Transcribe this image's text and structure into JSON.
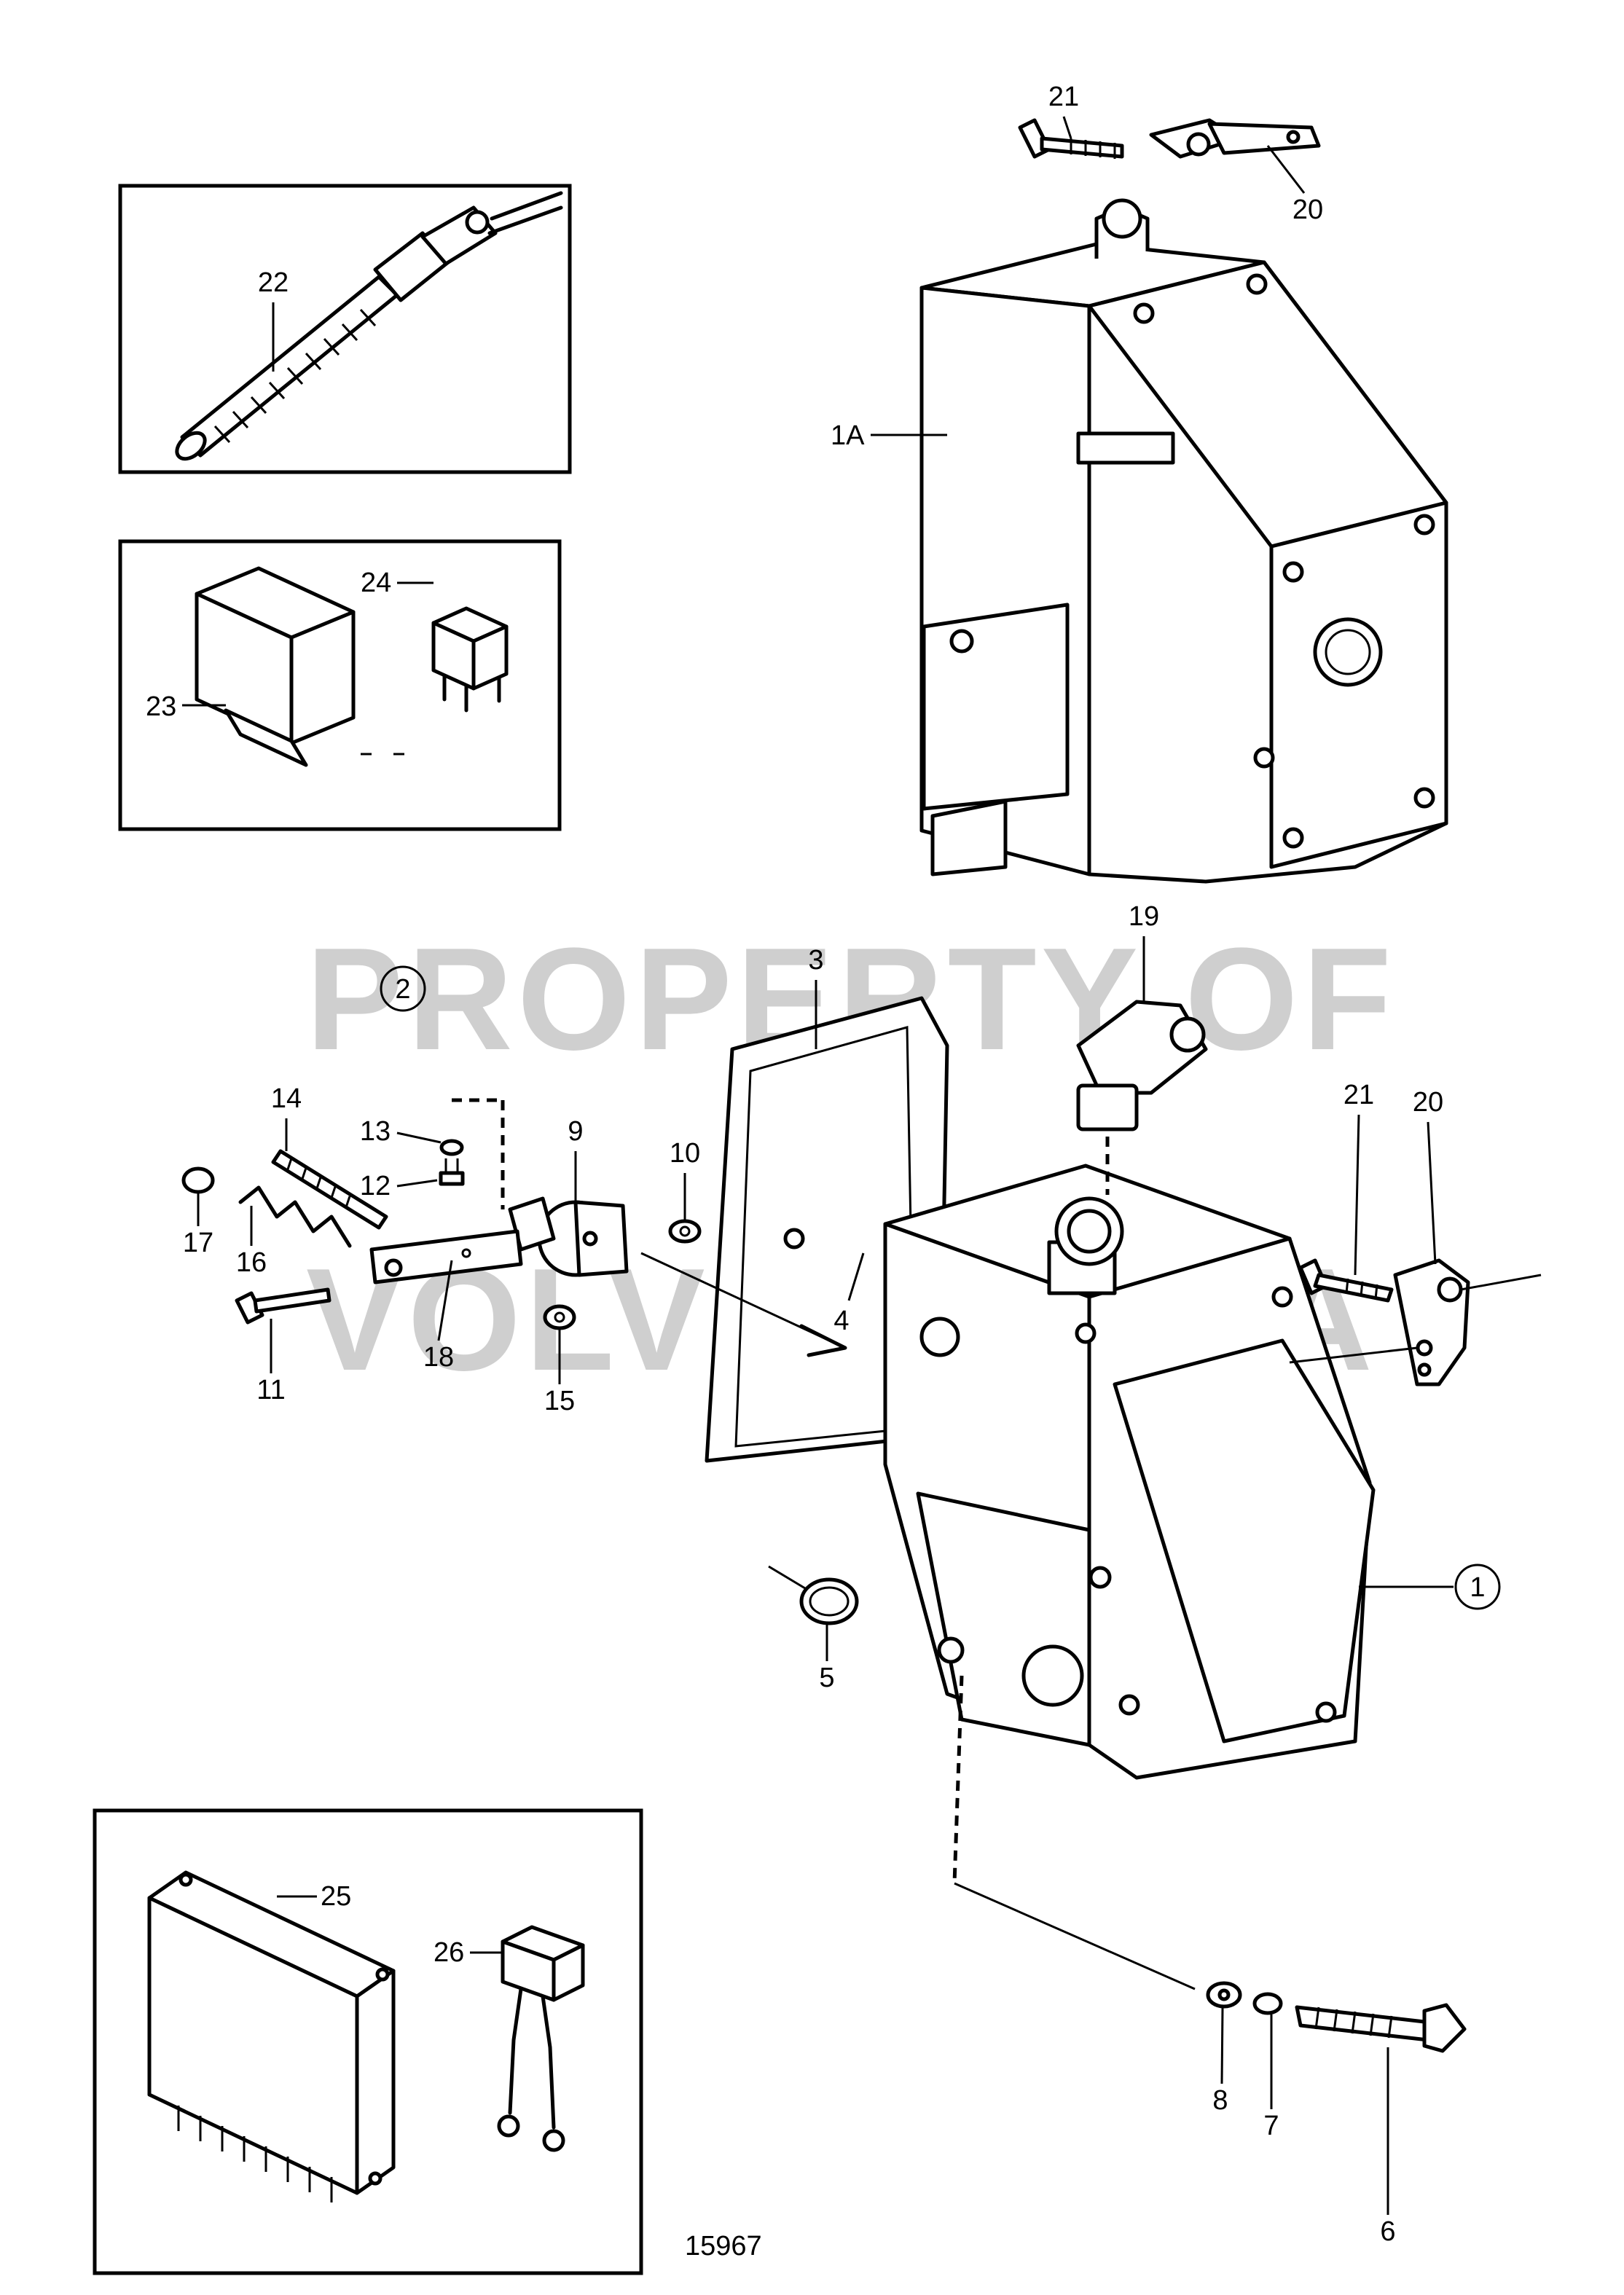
{
  "watermark": {
    "line1": "PROPERTY OF",
    "line2": "VOLVO PENTA"
  },
  "drawing_number": "15967",
  "callouts": {
    "c1": "1",
    "c1A": "1A",
    "c2": "2",
    "c3": "3",
    "c4": "4",
    "c5": "5",
    "c6": "6",
    "c7": "7",
    "c8": "8",
    "c9": "9",
    "c10": "10",
    "c11": "11",
    "c12": "12",
    "c13": "13",
    "c14": "14",
    "c15": "15",
    "c16": "16",
    "c17": "17",
    "c18": "18",
    "c19": "19",
    "c20a": "20",
    "c20b": "20",
    "c21a": "21",
    "c21b": "21",
    "c22": "22",
    "c23": "23",
    "c24": "24",
    "c25": "25",
    "c26": "26"
  }
}
